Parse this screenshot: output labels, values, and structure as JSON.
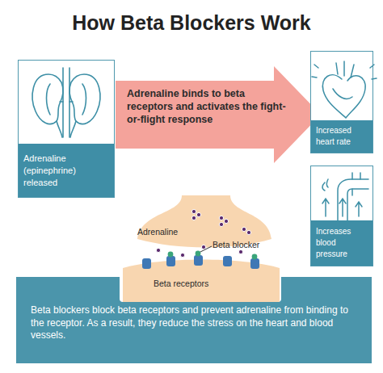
{
  "diagram": {
    "title": "How Beta Blockers Work",
    "nodes": [
      {
        "text": [
          "Adrenaline (epinephrine) released"
        ]
      },
      {
        "text": [
          "Adrenaline binds to beta receptors and activates the fight-or-flight response"
        ]
      },
      {
        "text": [
          "Increased heart rate"
        ]
      },
      {
        "text": [
          "Increases blood pressure"
        ]
      },
      {
        "text": [
          "Beta blockers block beta receptors and prevent adrenaline from binding to the receptor. As a result, they reduce the stress on the heart and blood vessels."
        ]
      }
    ],
    "labels": [
      "Adrenaline",
      "Beta blocker",
      "Beta receptors"
    ]
  }
}
